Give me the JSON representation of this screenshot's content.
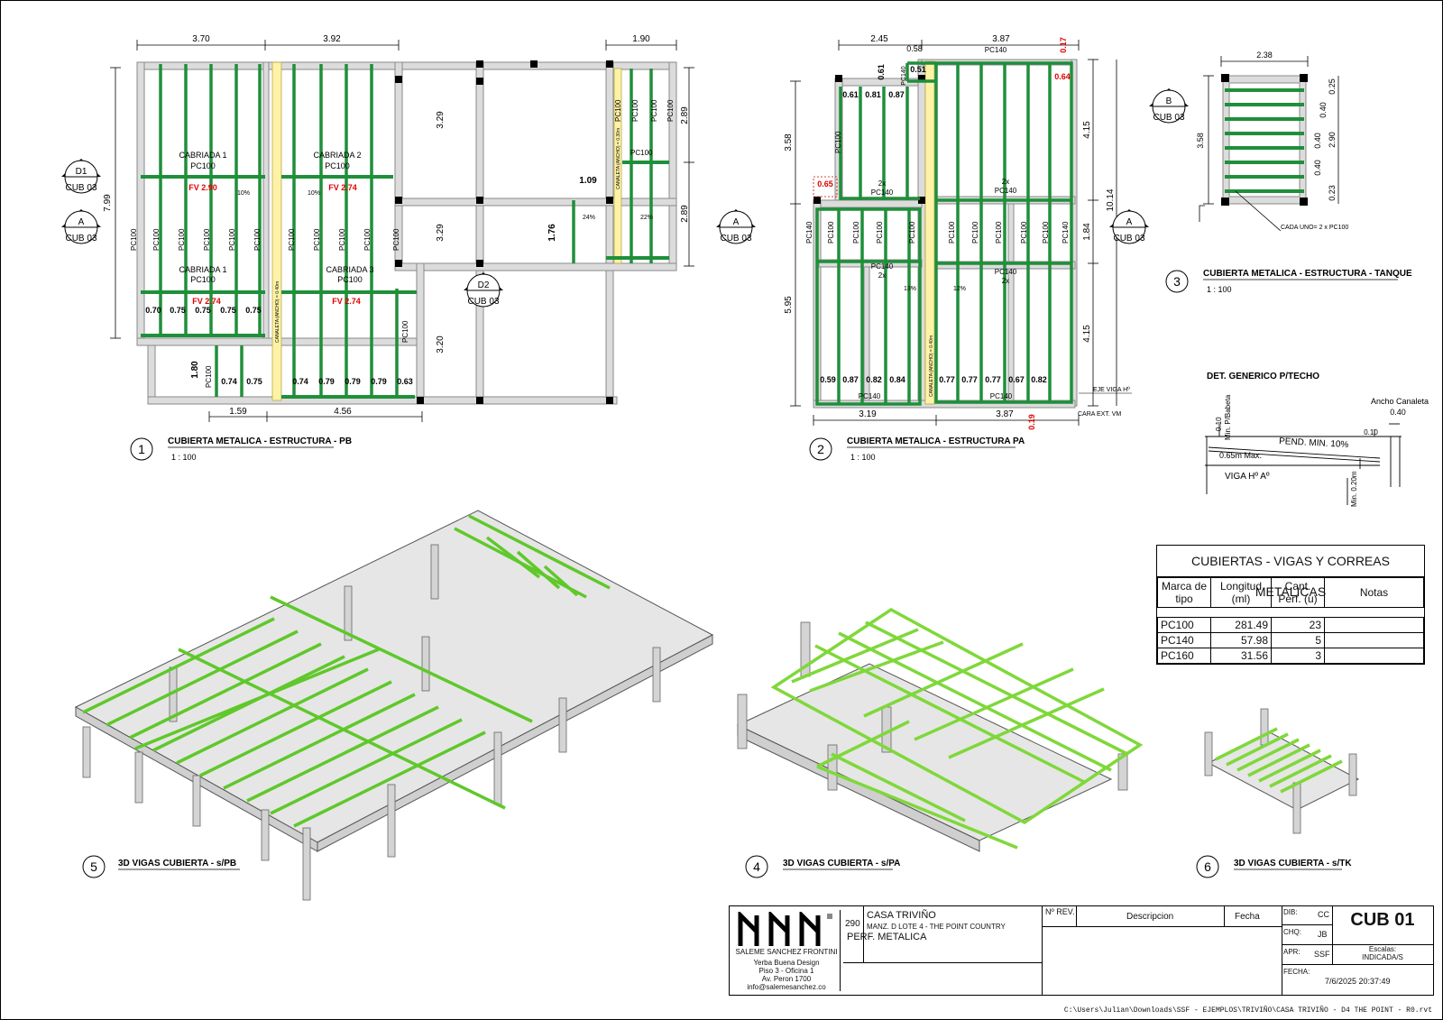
{
  "plan1": {
    "num": "1",
    "title": "CUBIERTA METALICA - ESTRUCTURA - PB",
    "scale": "1 : 100",
    "dims_top": [
      "3.70",
      "3.92",
      "1.90"
    ],
    "dims_bottom": [
      "1.59",
      "4.56"
    ],
    "dim_left": "7.99",
    "dims_right": [
      "2.89",
      "2.89"
    ],
    "dims_mid": [
      "3.29",
      "3.29",
      "3.20"
    ],
    "dim_small_a": "1.09",
    "dim_small_b": "1.76",
    "dim_small_c": "1.80",
    "spacing_row_a": [
      "0.70",
      "0.75",
      "0.75",
      "0.75",
      "0.75"
    ],
    "spacing_row_b": [
      "0.74",
      "0.75",
      "0.74",
      "0.79",
      "0.79",
      "0.79",
      "0.63"
    ],
    "trusses": [
      {
        "name": "CABRIADA 1",
        "prof": "PC100",
        "fv": "FV 2.90"
      },
      {
        "name": "CABRIADA 2",
        "prof": "PC100",
        "fv": "FV 2.74"
      },
      {
        "name": "CABRIADA 1",
        "prof": "PC100",
        "fv": "FV 2.74"
      },
      {
        "name": "CABRIADA 3",
        "prof": "PC100",
        "fv": "FV 2.74"
      }
    ],
    "slopes": [
      "10%",
      "10%",
      "24%",
      "22%"
    ],
    "purlin_label": "PC100",
    "gutter_label": "CANALETA (ANCHO) = 0.40m",
    "gutter_label_b": "CANALETA (ANCHO) = 0.30m",
    "markers": [
      {
        "letter": "D1",
        "sheet": "CUB 03"
      },
      {
        "letter": "A",
        "sheet": "CUB 03"
      },
      {
        "letter": "D2",
        "sheet": "CUB 03"
      },
      {
        "letter": "A",
        "sheet": "CUB 03"
      }
    ]
  },
  "plan2": {
    "num": "2",
    "title": "CUBIERTA METALICA - ESTRUCTURA PA",
    "scale": "1 : 100",
    "dims_top": [
      "2.45",
      "0.58",
      "3.87"
    ],
    "dims_bottom": [
      "3.19",
      "3.87"
    ],
    "dims_left": [
      "3.58",
      "5.95"
    ],
    "dims_right": [
      "4.15",
      "1.84",
      "4.15"
    ],
    "dim_total": "10.14",
    "dim_red_a": "0.65",
    "dim_red_b": "0.17",
    "dim_red_c": "0.64",
    "dim_red_d": "0.19",
    "dims_small_top": [
      "0.61",
      "0.51"
    ],
    "spacing_top": [
      "0.61",
      "0.81",
      "0.87"
    ],
    "spacing_bottom": [
      "0.59",
      "0.87",
      "0.82",
      "0.84",
      "0.77",
      "0.77",
      "0.77",
      "0.67",
      "0.82"
    ],
    "labels": [
      "PC140",
      "PC140",
      "2x",
      "PC140",
      "PC140",
      "2x",
      "PC140",
      "2x",
      "PC140",
      "2x"
    ],
    "slopes": [
      "13%",
      "12%"
    ],
    "eje": "EJE VIGA Hº",
    "cara": "CARA EXT. VM",
    "marker": {
      "letter": "A",
      "sheet": "CUB 03"
    }
  },
  "plan3": {
    "num": "3",
    "title": "CUBIERTA METALICA - ESTRUCTURA - TANQUE",
    "scale": "1 : 100",
    "dim_top": "2.38",
    "dim_left": "3.58",
    "dims_right": [
      "0.25",
      "0.40",
      "2.90",
      "0.40",
      "0.40",
      "0.23"
    ],
    "note": "CADA UNO= 2 x PC100",
    "marker": {
      "letter": "B",
      "sheet": "CUB 03"
    }
  },
  "detail": {
    "title": "DET. GENERICO P/TECHO",
    "gutter": "Ancho Canaleta",
    "gutter_val": "0.40",
    "min_pbabeta": "Min. P/Babeta",
    "v010a": "0.10",
    "v010b": "0.10",
    "slope": "PEND. MIN. 10%",
    "max": "0.65m Max.",
    "beam": "VIGA Hº Aº",
    "min020": "Min. 0.20m"
  },
  "schedule": {
    "title": "CUBIERTAS - VIGAS Y CORREAS METALICAS",
    "headers": [
      "Marca de tipo",
      "Longitud (ml)",
      "Cant. Perf. (u)",
      "Notas"
    ],
    "rows": [
      [
        "PC100",
        "281.49",
        "23",
        ""
      ],
      [
        "PC140",
        "57.98",
        "5",
        ""
      ],
      [
        "PC160",
        "31.56",
        "3",
        ""
      ]
    ]
  },
  "views3d": [
    {
      "num": "5",
      "title": "3D VIGAS CUBIERTA - s/PB"
    },
    {
      "num": "4",
      "title": "3D VIGAS CUBIERTA - s/PA"
    },
    {
      "num": "6",
      "title": "3D VIGAS CUBIERTA - s/TK"
    }
  ],
  "titleblock": {
    "firm": "SALEME SANCHEZ FRONTINI",
    "sub1": "Yerba Buena Design",
    "sub2": "Piso 3 - Oficina 1",
    "sub3": "Av. Peron 1700",
    "email": "info@salemesanchez.co",
    "job_no": "290",
    "project": "CASA TRIVIÑO",
    "address": "MANZ. D LOTE 4 - THE POINT COUNTRY",
    "sheet_title": "PERF. METALICA",
    "rev_no": "Nº REV.",
    "desc": "Descripcion",
    "date_h": "Fecha",
    "dib_l": "DIB:",
    "dib_v": "CC",
    "chq_l": "CHQ:",
    "chq_v": "JB",
    "apr_l": "APR:",
    "apr_v": "SSF",
    "fecha_l": "FECHA:",
    "fecha_v": "7/6/2025 20:37:49",
    "sheet": "CUB 01",
    "scale_l": "Escalas:",
    "scale_v": "INDICADA/S"
  },
  "filepath": "C:\\Users\\Julian\\Downloads\\SSF - EJEMPLOS\\TRIVIÑO\\CASA TRIVIÑO - D4 THE POINT - R0.rvt",
  "colors": {
    "green": "#1f8f3a",
    "gray": "#d9d9d9",
    "red": "#e00000",
    "yellow": "#fdf2a6",
    "lime": "#8fe03a"
  }
}
